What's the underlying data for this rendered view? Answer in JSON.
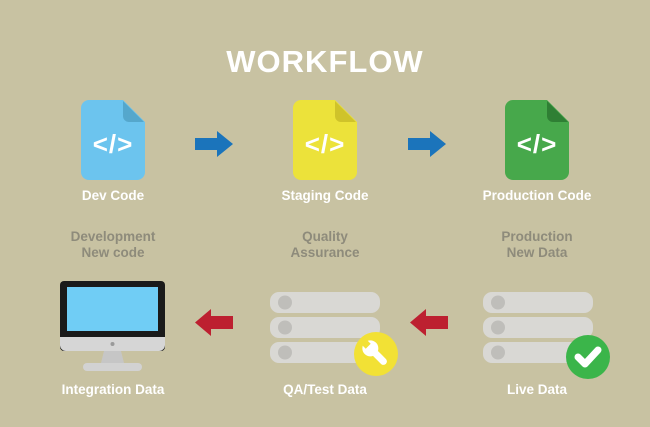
{
  "title": "WORKFLOW",
  "colors": {
    "background": "#c8c2a2",
    "title_text": "#ffffff",
    "label_text": "#ffffff",
    "muted_text": "#8e8b7b",
    "arrow_blue": "#1b74bb",
    "arrow_red": "#bd2030",
    "file_blue": "#6cc4ee",
    "file_blue_fold": "#55a7cc",
    "file_yellow": "#ece23a",
    "file_yellow_fold": "#cfc32a",
    "file_green": "#47a84b",
    "file_green_fold": "#2f7f34",
    "code_glyph": "#ffffff",
    "monitor_bezel": "#1a1a1a",
    "monitor_screen": "#70cdf5",
    "monitor_chin": "#d6d6d6",
    "server_fill": "#d9d8d4",
    "server_dot": "#bfbeba",
    "badge_yellow": "#f2e135",
    "badge_green": "#3bb54a"
  },
  "code_stages": [
    {
      "label": "Dev Code",
      "glyph": "</>",
      "color": "blue"
    },
    {
      "label": "Staging Code",
      "glyph": "</>",
      "color": "yellow"
    },
    {
      "label": "Production Code",
      "glyph": "</>",
      "color": "green"
    }
  ],
  "phases": [
    {
      "line1": "Development",
      "line2": "New code"
    },
    {
      "line1": "Quality",
      "line2": "Assurance"
    },
    {
      "line1": "Production",
      "line2": "New Data"
    }
  ],
  "data_nodes": [
    {
      "label": "Integration Data",
      "icon": "imac-monitor"
    },
    {
      "label": "QA/Test Data",
      "icon": "server-stack",
      "badge": "wrench"
    },
    {
      "label": "Live Data",
      "icon": "server-stack",
      "badge": "check"
    }
  ]
}
